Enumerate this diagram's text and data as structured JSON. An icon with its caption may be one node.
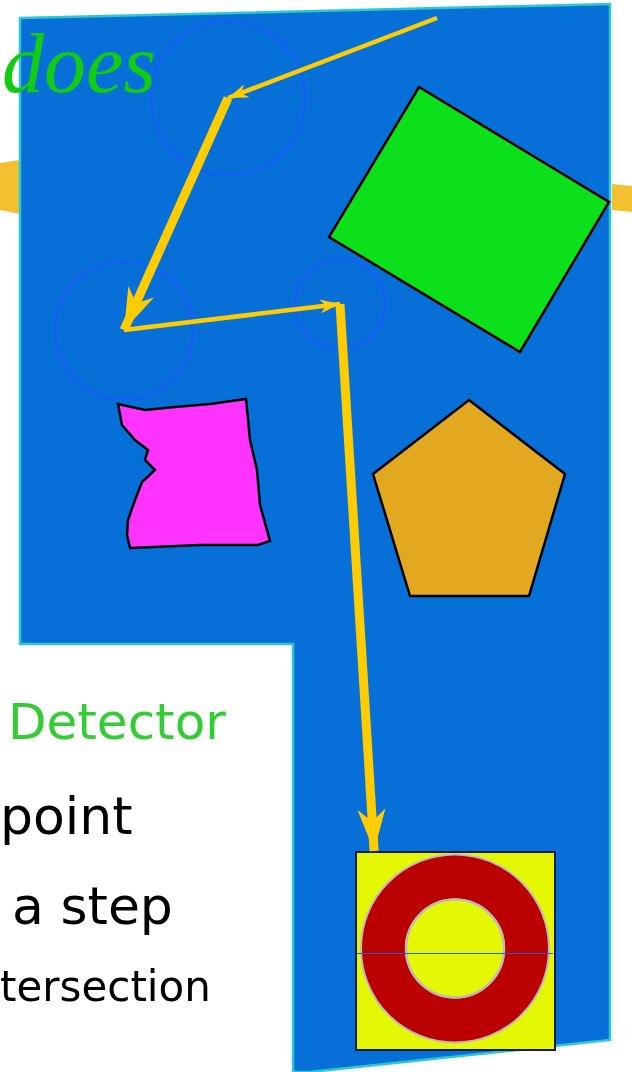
{
  "diagram": {
    "nodes": [
      {
        "text": [],
        "shape": "circle"
      },
      {
        "text": [],
        "shape": "box"
      },
      {
        "text": [],
        "shape": "circle"
      },
      {
        "text": [],
        "shape": "circle"
      },
      {
        "text": [],
        "shape": "blob"
      },
      {
        "text": [],
        "shape": "pentagon"
      },
      {
        "text": [],
        "shape": "box"
      }
    ],
    "edges": [
      {
        "from": null,
        "to": 0,
        "arrow": "to",
        "color": "#ffcc00"
      },
      {
        "from": 0,
        "to": 2,
        "arrow": "to",
        "style": "thick",
        "color": "#ffcc00"
      },
      {
        "from": 2,
        "to": 3,
        "arrow": "to",
        "color": "#ffcc00"
      },
      {
        "from": 3,
        "to": 6,
        "arrow": "to",
        "style": "thick",
        "color": "#ffcc00"
      }
    ],
    "labels": [
      "does",
      "Detector",
      "point",
      "a step",
      "tersection"
    ]
  }
}
